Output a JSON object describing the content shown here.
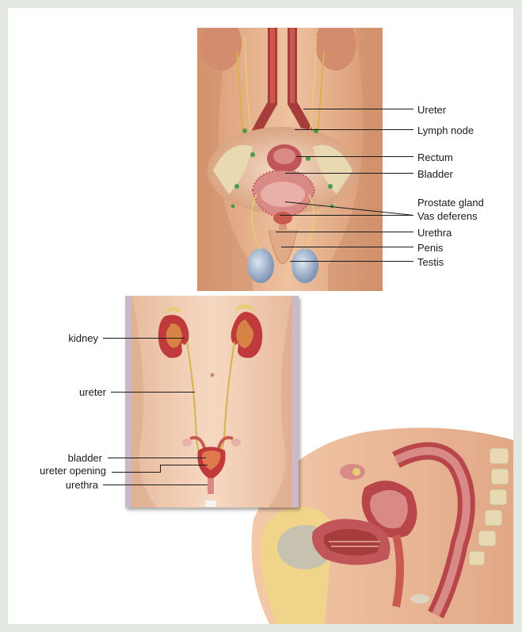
{
  "male_panel": {
    "labels": [
      {
        "id": "ureter",
        "text": "Ureter"
      },
      {
        "id": "lymph-node",
        "text": "Lymph node"
      },
      {
        "id": "rectum",
        "text": "Rectum"
      },
      {
        "id": "bladder",
        "text": "Bladder"
      },
      {
        "id": "prostate-gland",
        "text": "Prostate gland"
      },
      {
        "id": "vas-deferens",
        "text": "Vas deferens"
      },
      {
        "id": "urethra",
        "text": "Urethra"
      },
      {
        "id": "penis",
        "text": "Penis"
      },
      {
        "id": "testis",
        "text": "Testis"
      }
    ]
  },
  "urinary_panel": {
    "labels": [
      {
        "id": "kidney",
        "text": "kidney"
      },
      {
        "id": "ureter",
        "text": "ureter"
      },
      {
        "id": "bladder",
        "text": "bladder"
      },
      {
        "id": "ureter-opening",
        "text": "ureter opening"
      },
      {
        "id": "urethra",
        "text": "urethra"
      }
    ]
  },
  "colors": {
    "skin": "#e8b48e",
    "skin_shadow": "#c98a66",
    "organ_red": "#b8454a",
    "organ_pink": "#d98a86",
    "kidney": "#c0393b",
    "nerve_yellow": "#d8b24a",
    "leader": "#1a1a1a"
  }
}
